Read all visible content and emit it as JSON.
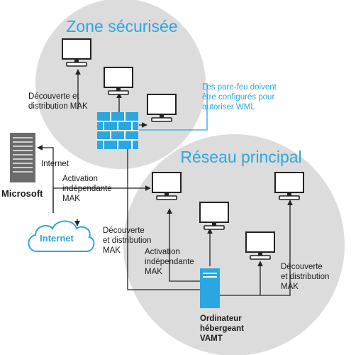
{
  "zones": {
    "secure_title": "Zone sécurisée",
    "main_title": "Réseau principal"
  },
  "firewall_note": {
    "line1": "Les pare-feu doivent",
    "line2": "être configurés pour",
    "line3": "autoriser WML"
  },
  "secure_label": {
    "line1": "Découverte et",
    "line2": "distribution MAK"
  },
  "microsoft_label": "Microsoft",
  "internet_link_label": "Internet",
  "activation_left": {
    "line1": "Activation",
    "line2": "indépendante",
    "line3": "MAK"
  },
  "internet_cloud_label": "Internet",
  "discovery_left": {
    "line1": "Découverte",
    "line2": "et distribution",
    "line3": "MAK"
  },
  "activation_inner": {
    "line1": "Activation",
    "line2": "indépendante",
    "line3": "MAK"
  },
  "discovery_right": {
    "line1": "Découverte",
    "line2": "et distribution",
    "line3": "MAK"
  },
  "host_label": {
    "line1": "Ordinateur",
    "line2": "hébergeant",
    "line3": "VAMT"
  },
  "colors": {
    "zone_fill": "#dcdcdc",
    "accent_blue": "#2aa7e0",
    "firewall_blue": "#2aa7e0",
    "text_dark": "#1a1a1a",
    "line_dark": "#222222"
  }
}
